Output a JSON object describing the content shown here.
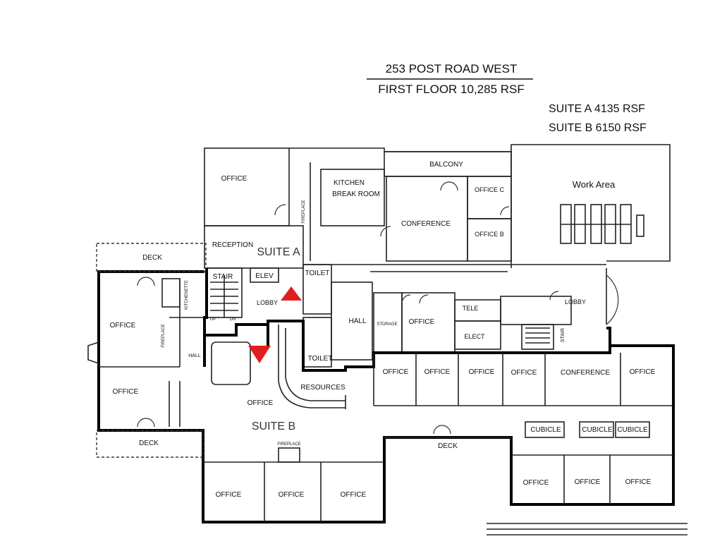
{
  "header": {
    "address": "253 POST ROAD WEST",
    "floor": "FIRST FLOOR 10,285 RSF",
    "suite_a": "SUITE A  4135 RSF",
    "suite_b": "SUITE B  6150 RSF"
  },
  "suites": {
    "a": "SUITE A",
    "b": "SUITE B"
  },
  "rooms": {
    "office_top_left": "OFFICE",
    "reception": "RECEPTION",
    "kitchen_1": "KITCHEN",
    "kitchen_2": "BREAK ROOM",
    "fireplace_top": "FIREPLACE",
    "balcony": "BALCONY",
    "conference_top": "CONFERENCE",
    "office_c": "OFFICE C",
    "office_b": "OFFICE B",
    "work_area": "Work Area",
    "deck_top": "DECK",
    "kitchenette": "KITCHENETTE",
    "stair_left": "STAIR",
    "elev": "ELEV",
    "lobby_left": "LOBBY",
    "toilet_top": "TOILET",
    "toilet_bottom": "TOILET",
    "hall_center": "HALL",
    "storage": "STORAGE",
    "office_mid": "OFFICE",
    "tele": "TELE",
    "elect": "ELECT",
    "lobby_right": "LOBBY",
    "stair_right": "STAIR",
    "office_left_top": "OFFICE",
    "fireplace_left": "FIREPLACE",
    "hall_left": "HALL",
    "office_left_bottom": "OFFICE",
    "deck_left": "DECK",
    "resources": "RESOURCES",
    "office_center": "OFFICE",
    "row_office_1": "OFFICE",
    "row_office_2": "OFFICE",
    "row_office_3": "OFFICE",
    "row_office_4": "OFFICE",
    "conference_bottom": "CONFERENCE",
    "row_office_5": "OFFICE",
    "deck_bottom": "DECK",
    "cubicle_1": "CUBICLE",
    "cubicle_2": "CUBICLE",
    "cubicle_3": "CUBICLE",
    "fireplace_bottom": "FIREPLACE",
    "bottom_office_1": "OFFICE",
    "bottom_office_2": "OFFICE",
    "bottom_office_3": "OFFICE",
    "br_office_1": "OFFICE",
    "br_office_2": "OFFICE",
    "br_office_3": "OFFICE",
    "up": "UP",
    "dn": "DN"
  },
  "colors": {
    "marker": "#e01f1f",
    "wall": "#111111"
  }
}
